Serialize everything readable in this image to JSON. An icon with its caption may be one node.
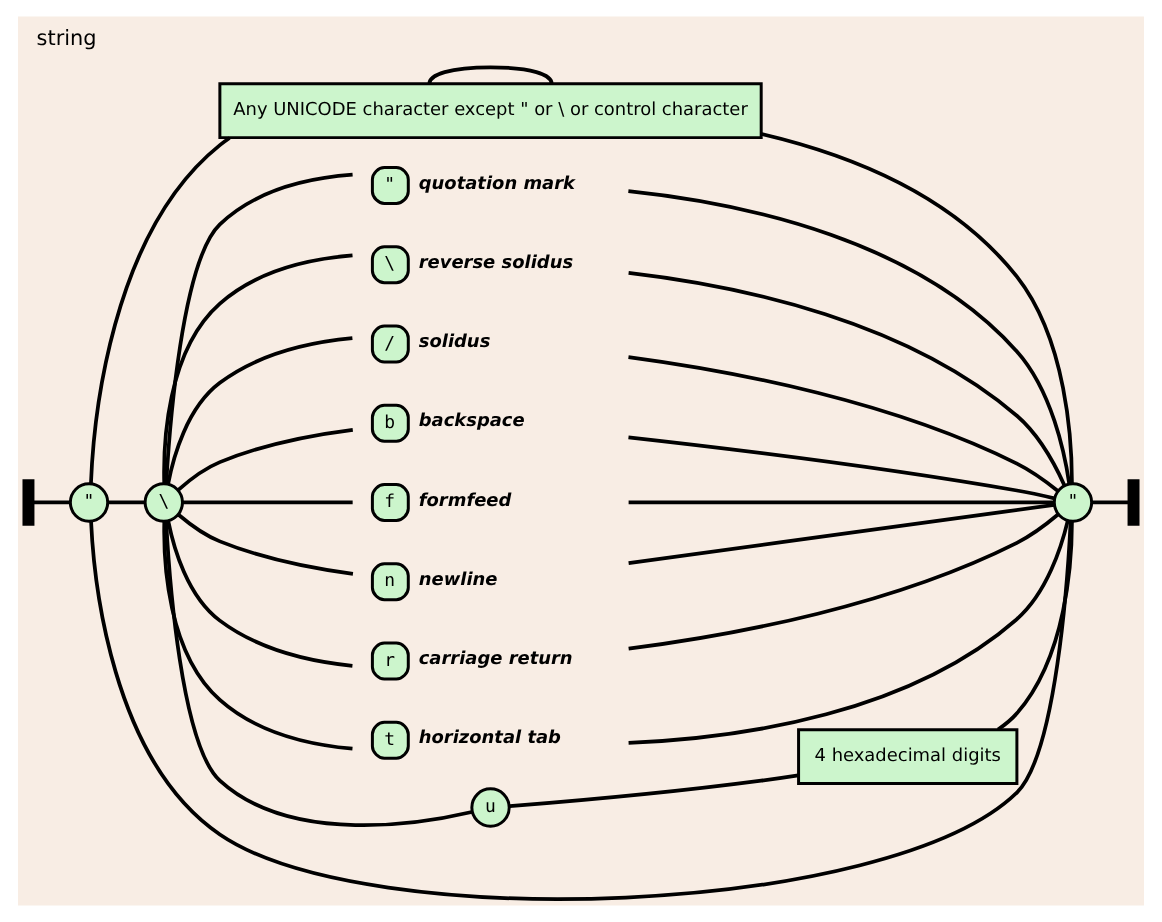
{
  "diagram": {
    "title": "string",
    "nodes": [
      {
        "text": [],
        "shape": "bar"
      },
      {
        "text": [
          "\""
        ]
      },
      {
        "text": [
          "Any UNICODE character except \" or \\ or control character"
        ]
      },
      {
        "text": [
          "\\"
        ]
      },
      {
        "text": [
          "\""
        ],
        "beside": [
          "quotation mark"
        ]
      },
      {
        "text": [
          "\\"
        ],
        "beside": [
          "reverse solidus"
        ]
      },
      {
        "text": [
          "/"
        ],
        "beside": [
          "solidus"
        ]
      },
      {
        "text": [
          "b"
        ],
        "beside": [
          "backspace"
        ]
      },
      {
        "text": [
          "f"
        ],
        "beside": [
          "formfeed"
        ]
      },
      {
        "text": [
          "n"
        ],
        "beside": [
          "newline"
        ]
      },
      {
        "text": [
          "r"
        ],
        "beside": [
          "carriage return"
        ]
      },
      {
        "text": [
          "t"
        ],
        "beside": [
          "horizontal tab"
        ]
      },
      {
        "text": [
          "u"
        ]
      },
      {
        "text": [
          "4 hexadecimal digits"
        ]
      },
      {
        "text": [
          "\""
        ]
      },
      {
        "text": [],
        "shape": "bar"
      }
    ],
    "edges": [
      {
        "from": 0,
        "to": 1,
        "arrow": "none"
      },
      {
        "from": 1,
        "to": 14,
        "arrow": "none"
      },
      {
        "from": 1,
        "to": 2,
        "arrow": "none"
      },
      {
        "from": 1,
        "to": 3,
        "arrow": "none"
      },
      {
        "from": 2,
        "to": 2,
        "arrow": "none"
      },
      {
        "from": 2,
        "to": 14,
        "arrow": "none"
      },
      {
        "from": 3,
        "to": 4,
        "arrow": "none"
      },
      {
        "from": 3,
        "to": 5,
        "arrow": "none"
      },
      {
        "from": 3,
        "to": 6,
        "arrow": "none"
      },
      {
        "from": 3,
        "to": 7,
        "arrow": "none"
      },
      {
        "from": 3,
        "to": 8,
        "arrow": "none"
      },
      {
        "from": 3,
        "to": 9,
        "arrow": "none"
      },
      {
        "from": 3,
        "to": 10,
        "arrow": "none"
      },
      {
        "from": 3,
        "to": 11,
        "arrow": "none"
      },
      {
        "from": 3,
        "to": 12,
        "arrow": "none"
      },
      {
        "from": 4,
        "to": 14,
        "arrow": "none"
      },
      {
        "from": 5,
        "to": 14,
        "arrow": "none"
      },
      {
        "from": 6,
        "to": 14,
        "arrow": "none"
      },
      {
        "from": 7,
        "to": 14,
        "arrow": "none"
      },
      {
        "from": 8,
        "to": 14,
        "arrow": "none"
      },
      {
        "from": 9,
        "to": 14,
        "arrow": "none"
      },
      {
        "from": 10,
        "to": 14,
        "arrow": "none"
      },
      {
        "from": 11,
        "to": 14,
        "arrow": "none"
      },
      {
        "from": 12,
        "to": 13,
        "arrow": "none"
      },
      {
        "from": 13,
        "to": 14,
        "arrow": "none"
      },
      {
        "from": 14,
        "to": 15,
        "arrow": "none"
      }
    ]
  }
}
